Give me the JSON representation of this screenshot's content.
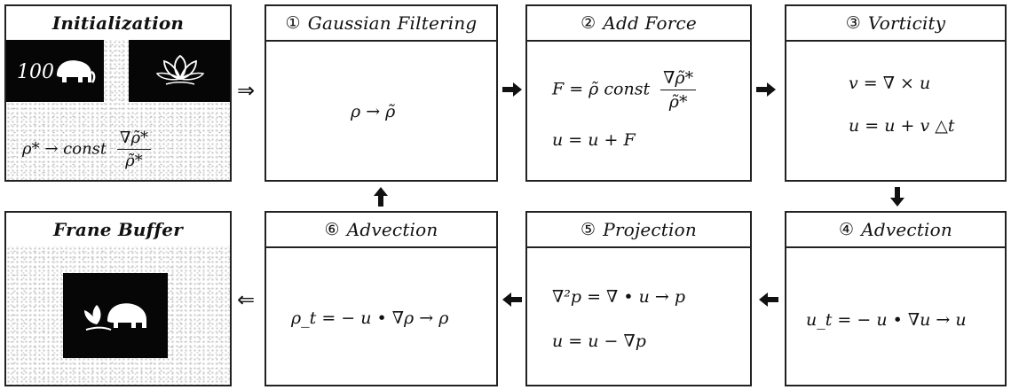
{
  "boxes": {
    "init": {
      "title": "Initialization",
      "logo_text": "100",
      "equation": "ρ* → const ∇ρ̃* / ρ̃*"
    },
    "gauss": {
      "num": "①",
      "title": "Gaussian Filtering",
      "eq1": "ρ → ρ̃"
    },
    "force": {
      "num": "②",
      "title": "Add Force",
      "eq1_lhs": "F = ρ̃ const",
      "eq1_num": "∇ρ̃*",
      "eq1_den": "ρ̃*",
      "eq2": "u = u + F"
    },
    "vort": {
      "num": "③",
      "title": "Vorticity",
      "eq1": "v = ∇ × u",
      "eq2": "u = u + v △t"
    },
    "adv4": {
      "num": "④",
      "title": "Advection",
      "eq1": "u_t = − u • ∇u → u"
    },
    "proj": {
      "num": "⑤",
      "title": "Projection",
      "eq1": "∇²p = ∇ • u → p",
      "eq2": "u = u − ∇p"
    },
    "adv6": {
      "num": "⑥",
      "title": "Advection",
      "eq1": "ρ_t = − u • ∇ρ → ρ"
    },
    "frame": {
      "title": "Frane Buffer"
    }
  },
  "arrows": {
    "implies_right": "⇒",
    "implies_left": "⇐"
  }
}
